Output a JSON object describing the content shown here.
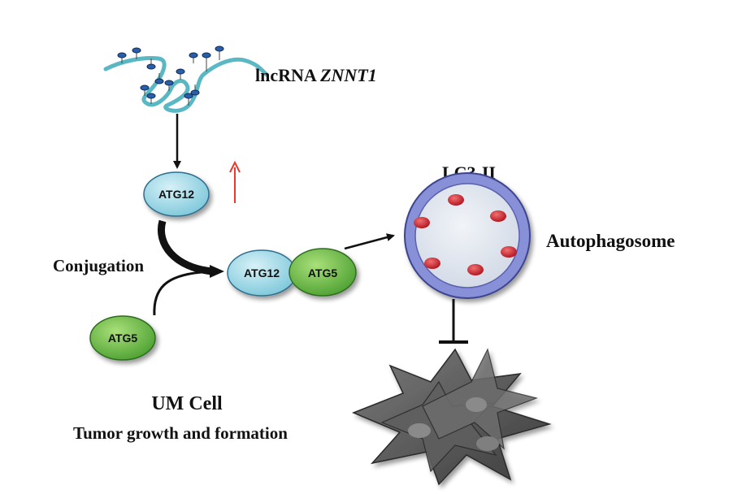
{
  "lncrna": {
    "prefix": "lncRNA ",
    "name": "ZNNT1"
  },
  "nodes": {
    "atg12_top": "ATG12",
    "atg12_complex": "ATG12",
    "atg5_complex": "ATG5",
    "atg5_bottom": "ATG5"
  },
  "labels": {
    "conjugation": "Conjugation",
    "lc3": "LC3-II",
    "autophagosome": "Autophagosome",
    "cell": "UM Cell",
    "tumor": "Tumor growth and formation"
  },
  "colors": {
    "rna_strand": "#5ab8c4",
    "atg12_fill": "#a9dde9",
    "atg5_fill": "#6cc04a",
    "autophagosome_ring": "#8890d8",
    "autophagosome_lumen": "#e3e8f1",
    "lc3_dots": "#d31d2a",
    "up_arrow": "#e63a2d",
    "tumor_cells": "#555555"
  },
  "icons": [
    "lncrna-strand-icon",
    "up-arrow-icon",
    "inhibition-bar-icon",
    "tumor-cells-icon"
  ]
}
